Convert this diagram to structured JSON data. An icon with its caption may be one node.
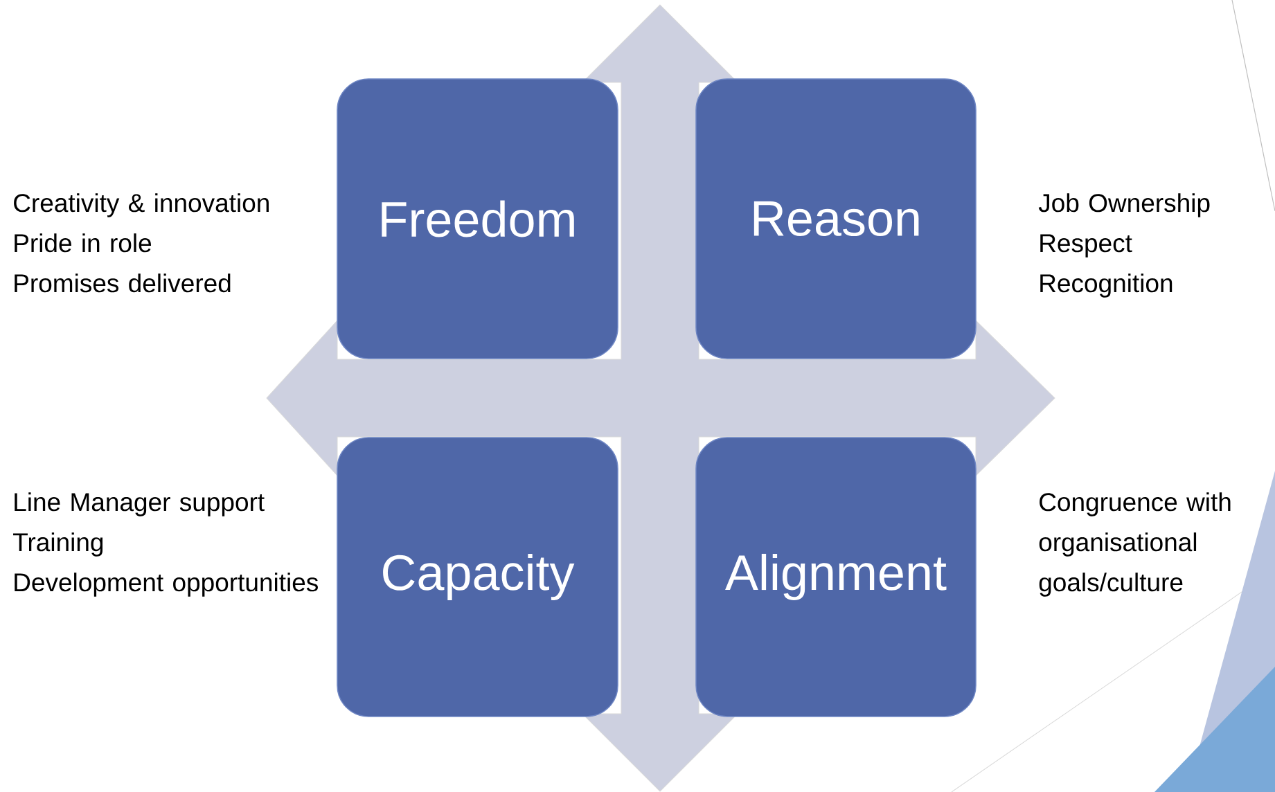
{
  "diagram": {
    "nodes": [
      {
        "text": [
          "Freedom"
        ],
        "beside": [
          "Creativity & innovation",
          "Pride in role",
          "Promises delivered"
        ]
      },
      {
        "text": [
          "Reason"
        ],
        "beside": [
          "Job Ownership",
          "Respect",
          "Recognition"
        ]
      },
      {
        "text": [
          "Capacity"
        ],
        "beside": [
          "Line Manager support",
          "Training",
          "Development opportunities"
        ]
      },
      {
        "text": [
          "Alignment"
        ],
        "beside": [
          "Congruence with organisational goals/culture"
        ]
      }
    ]
  }
}
